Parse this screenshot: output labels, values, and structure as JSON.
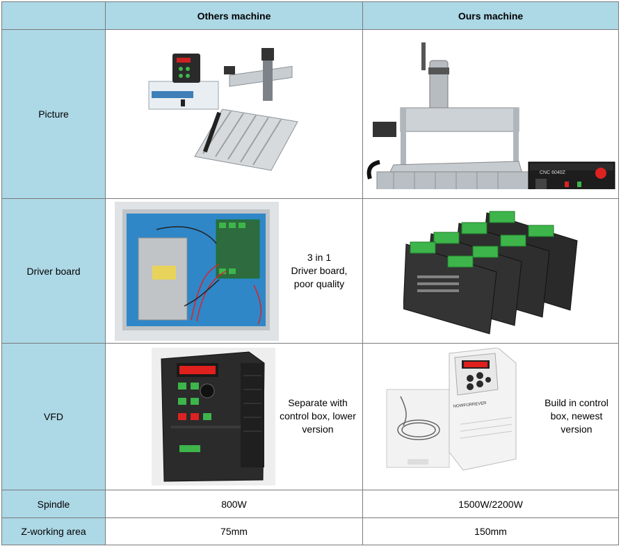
{
  "header": {
    "blank": "",
    "others": "Others machine",
    "ours": "Ours machine"
  },
  "rows": {
    "picture": {
      "label": "Picture"
    },
    "driver": {
      "label": "Driver board",
      "others_note": [
        "3 in 1",
        "Driver board,",
        "poor quality"
      ]
    },
    "vfd": {
      "label": "VFD",
      "others_note": [
        "Separate with",
        "control box, lower",
        "version"
      ],
      "ours_note": [
        "Build in control",
        "box, newest",
        "version"
      ]
    },
    "spindle": {
      "label": "Spindle",
      "others": "800W",
      "ours": "1500W/2200W"
    },
    "zarea": {
      "label": "Z-working area",
      "others": "75mm",
      "ours": "150mm"
    }
  },
  "image_text": {
    "cnc_box_model": "CNC 6040Z",
    "vfd_brand_ours": "NOWFORREVER"
  },
  "colors": {
    "header_bg": "#add8e6",
    "border": "#7a7a7a",
    "terminal_green": "#3db54a",
    "vfd_screen_red": "#e0201c"
  }
}
